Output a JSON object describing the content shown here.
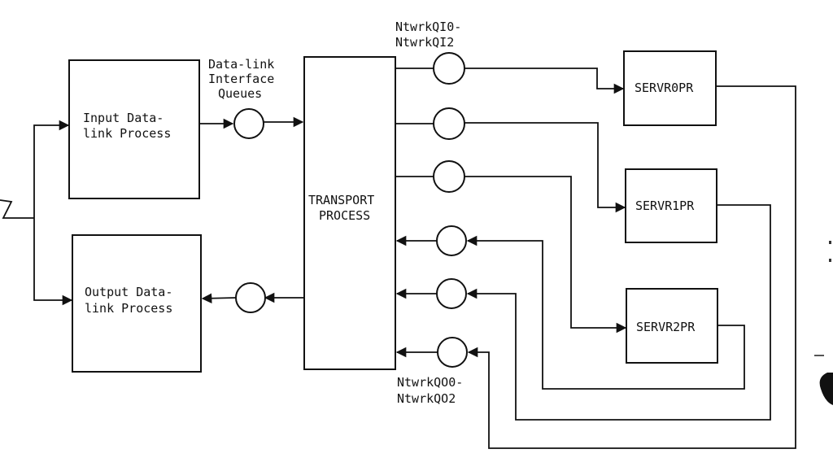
{
  "labels": {
    "input_top": "Input Data-",
    "input_bottom": "link Process",
    "output_top": "Output Data-",
    "output_bottom": "link Process",
    "transport_top": "TRANSPORT",
    "transport_bottom": "PROCESS",
    "dl_queues_1": "Data-link",
    "dl_queues_2": "Interface",
    "dl_queues_3": "Queues",
    "netin_1": "NtwrkQI0-",
    "netin_2": "NtwrkQI2",
    "netout_1": "NtwrkQO0-",
    "netout_2": "NtwrkQO2",
    "server0": "SERVR0PR",
    "server1": "SERVR1PR",
    "server2": "SERVR2PR"
  }
}
